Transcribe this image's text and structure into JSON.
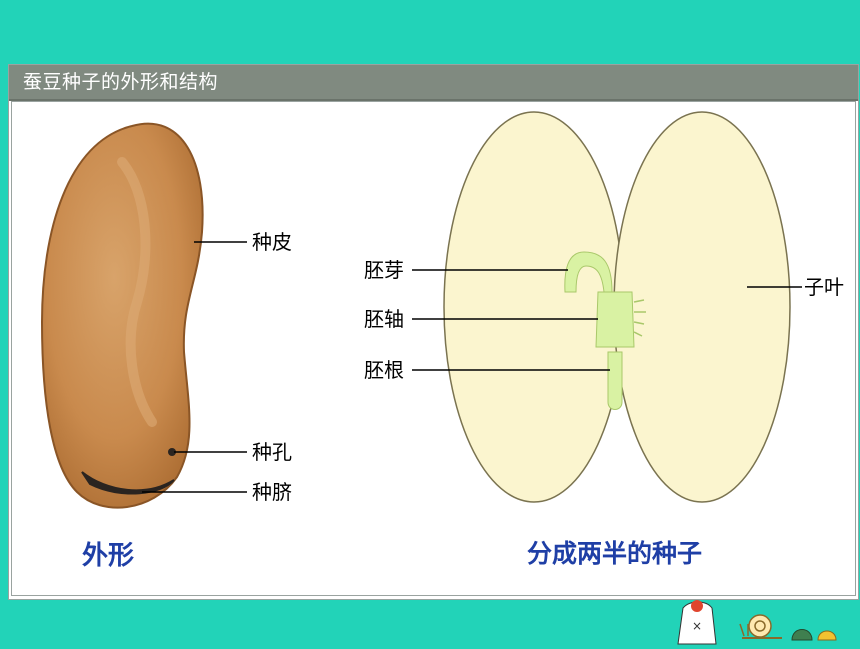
{
  "title": "蚕豆种子的外形和结构",
  "labels": {
    "seed_coat": "种皮",
    "micropyle": "种孔",
    "hilum": "种脐",
    "plumule": "胚芽",
    "hypocotyl": "胚轴",
    "radicle": "胚根",
    "cotyledon": "子叶"
  },
  "captions": {
    "exterior": "外形",
    "split_seed": "分成两半的种子"
  },
  "colors": {
    "background": "#22d3b8",
    "title_bar": "#808a80",
    "seed_coat": "#c98a4d",
    "cotyledon": "#fbf5cf",
    "embryo": "#d9f2a3",
    "caption": "#1f3fa6"
  }
}
